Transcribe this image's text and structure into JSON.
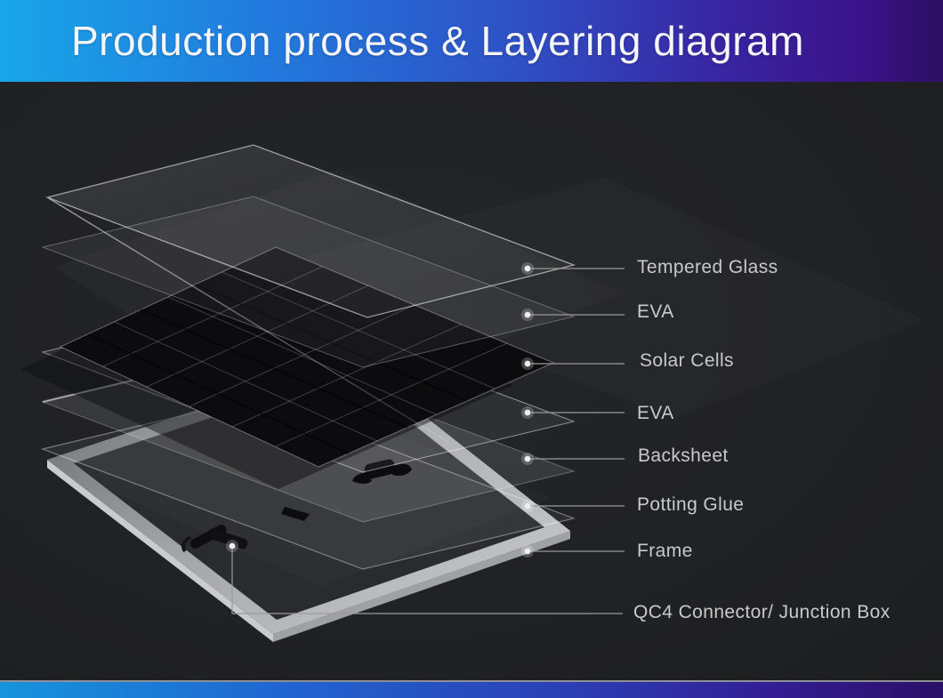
{
  "header": {
    "title": "Production process & Layering diagram"
  },
  "diagram": {
    "labels": [
      {
        "name": "Tempered Glass"
      },
      {
        "name": "EVA"
      },
      {
        "name": "Solar Cells"
      },
      {
        "name": "EVA"
      },
      {
        "name": "Backsheet"
      },
      {
        "name": "Potting Glue"
      },
      {
        "name": "Frame"
      },
      {
        "name": "QC4 Connector/ Junction Box"
      }
    ],
    "layer_order_top_to_bottom": [
      "Tempered Glass",
      "EVA",
      "Solar Cells",
      "EVA",
      "Backsheet",
      "Potting Glue",
      "Frame",
      "QC4 Connector/ Junction Box"
    ]
  },
  "colors": {
    "banner_gradient_left": "#19a6e9",
    "banner_gradient_mid": "#2f50c5",
    "banner_gradient_right": "#3a1288",
    "canvas_background": "#212225",
    "label_text": "#c9c9c9",
    "leader_line": "#9a9a9a",
    "frame_metal": "#b9bcc0"
  }
}
